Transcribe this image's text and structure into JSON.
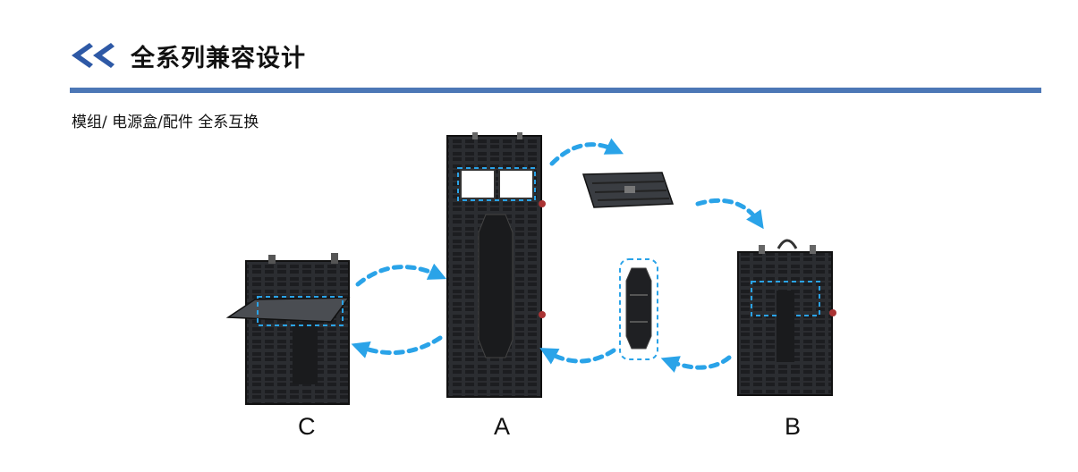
{
  "header": {
    "title": "全系列兼容设计",
    "icon": "double-chevron-left-icon"
  },
  "subtitle": "模组/ 电源盒/配件 全系互换",
  "colors": {
    "accent": "#4c77b6",
    "arrow": "#2aa3e8",
    "cabinet": "#2b2d31"
  },
  "labels": {
    "a": "A",
    "b": "B",
    "c": "C"
  }
}
